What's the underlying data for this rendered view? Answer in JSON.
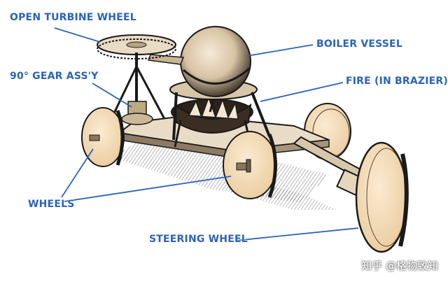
{
  "labels": {
    "open_turbine_wheel": "OPEN TURBINE WHEEL",
    "gear_assembly": "90° GEAR ASS'Y",
    "boiler_vessel": "BOILER VESSEL",
    "fire": "FIRE (IN BRAZIER)",
    "wheels": "WHEELS",
    "steering_wheel": "STEERING WHEEL"
  },
  "watermark": "知乎 @格物致知",
  "colors": {
    "label": "#2a63b8",
    "leader_line": "#2a63b8",
    "wheel_fill": "#f7e1c0",
    "outline": "#1a1a1a",
    "background": "#ffffff"
  }
}
